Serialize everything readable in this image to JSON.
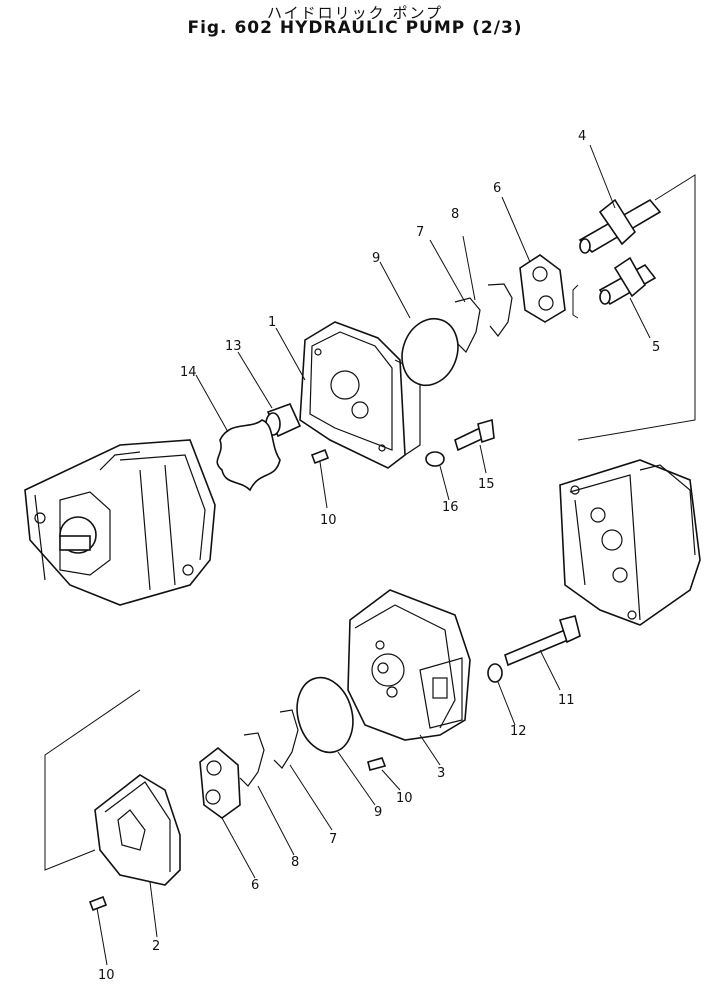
{
  "header": {
    "title_jp": "ハイドロリック ポンプ",
    "title_en": "Fig. 602 HYDRAULIC PUMP (2/3)"
  },
  "callouts": {
    "c4": "4",
    "c6_top": "6",
    "c8_top": "8",
    "c7_top": "7",
    "c9_top": "9",
    "c1": "1",
    "c13": "13",
    "c14": "14",
    "c5": "5",
    "c10_mid": "10",
    "c16": "16",
    "c15": "15",
    "c11": "11",
    "c12": "12",
    "c3": "3",
    "c10_lower": "10",
    "c9_lower": "9",
    "c7_lower": "7",
    "c8_lower": "8",
    "c6_lower": "6",
    "c2": "2",
    "c10_bottom": "10"
  }
}
